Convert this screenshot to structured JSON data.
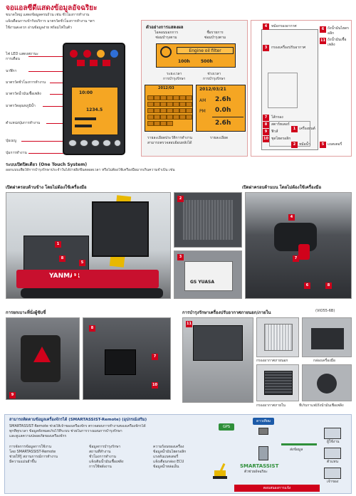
{
  "header": {
    "title": "จอแอลซีดีแสดงข้อมูลอัจฉริยะ",
    "intro": [
      "ขนาดใหญ่ แสดงข้อมูลครบถ้วน เช่น ชั่วโมงการทำงาน",
      "แจ้งเตือนการเข้ารับบริการ มาตรวัดชั่วโมงการทำงาน ฯลฯ",
      "ใช้งานสะดวก อ่านข้อมูลง่าย พร้อมไฟในตัว"
    ]
  },
  "panel_labels": {
    "led": [
      "ไฟ LED แสดงสถานะ",
      "การเตือน"
    ],
    "clock": "นาฬิกา",
    "hour_meter": "มาตรวัดชั่วโมงการทำงาน",
    "fuel_gauge": "มาตรวัดน้ำมันเชื้อเพลิง",
    "temp_gauge": "มาตรวัดอุณหภูมิน้ำ",
    "position": "ตำแหน่งปุ่มการทำงาน",
    "mode_button": "ปุ่มเมนู",
    "function_button": "ปุ่มการทำงาน"
  },
  "lcd": {
    "time": "10:00",
    "hours": "1234.5"
  },
  "display_example": {
    "title": "ตัวอย่างการแสดงผล",
    "col_left": [
      "ไอคอนบอกการ",
      "ซ่อมบำรุงตาม"
    ],
    "col_right": [
      "ชื่อรายการ",
      "ซ่อมบำรุงตาม"
    ],
    "message": "Engine oil filter",
    "interval_1": "100h",
    "interval_2": "500h",
    "sub_left": [
      "ระยะเวลา",
      "การบำรุงรักษา"
    ],
    "sub_right": [
      "ช่วงเวลา",
      "การบำรุงรักษา"
    ],
    "calendar_title": "2012/03",
    "log_date": "2012/03/21",
    "am_label": "AM",
    "am_value": "2.6h",
    "pm_label": "PM",
    "pm_value": "0.0h",
    "total_value": "2.6h",
    "caption_left": [
      "รายละเอียดประวัติการทำงาน",
      "สามารถตรวจสอบย้อนหลังได้"
    ],
    "caption_right": "รายละเอียด"
  },
  "layout_diagram": {
    "labels_top": [
      "หม้อกรองอากาศ",
      "ถังน้ำมันไฮดรอลิก",
      "ถังน้ำมันเชื้อเพลิง",
      "กรองเครื่องปรับอากาศ"
    ],
    "labels_bottom": [
      "ไส้กรอง",
      "สตาร์ทเตอร์",
      "ฟิวส์",
      "ชุดไฮดรอลิก",
      "เครื่องยนต์",
      "หม้อน้ำ",
      "แบตเตอรี่"
    ],
    "numbers": [
      "4",
      "6",
      "11",
      "3",
      "7",
      "8",
      "9",
      "10",
      "1",
      "2",
      "5"
    ]
  },
  "one_touch": {
    "heading": "ระบบเปิดปิดเดียว (One Touch System)",
    "desc": "ออกแบบเพื่อให้การบำรุงรักษาประจำวันได้ง่ายยิ่งขึ้นตลอดเวลา หรือไม่ต้องใช้เครื่องมือมากเกินความจำเป็น เช่น",
    "left_caption": "เปิดฝาครอบด้านข้าง โดยไม่ต้องใช้เครื่องมือ",
    "right_caption": "เปิดฝาครอบด้านบน โดยไม่ต้องใช้เครื่องมือ",
    "brand": "YANMAR",
    "battery_brand": "GS YUASA"
  },
  "seat_section": {
    "heading": "การยกเบาะที่นั่งผู้ขับขี่"
  },
  "ac_section": {
    "heading": "การบำรุงรักษาเครื่องปรับอากาศภายนอก/ภายใน",
    "model": "(ViO55-6B)",
    "captions": [
      "กรองอากาศภายนอก",
      "กล่องเครื่องมือ",
      "กรองอากาศภายใน",
      "ที่เก็บกาแฟ/ถังน้ำมันเชื้อเพลิง"
    ]
  },
  "smartassist": {
    "heading": "สามารถติดตามข้อมูลเครื่องจักรได้ (SMARTASSIST-Remote) (อุปกรณ์เสริม)",
    "desc": [
      "SMARTASSIST-Remote ช่วยให้เจ้าของเครื่องจักร ตรวจสอบการทำงานของเครื่องจักรได้",
      "ทุกที่ทุกเวลา ข้อมูลทั้งหมดเก็บไว้ที่ระบบ ช่วยในการวางแผนการบำรุงรักษา",
      "และดูแลความปลอดภัยของเครื่องจักร"
    ],
    "list_left": [
      "การจัดการข้อมูลการใช้งาน",
      "โดย SMARTASSIST-Remote",
      "ช่วยให้รู้ สถานการณ์การทำงาน",
      "มีความแม่นยำขึ้น"
    ],
    "list_mid": [
      "ข้อมูลการบำรุงรักษา",
      "สถานที่ทำงาน",
      "ชั่วโมงการทำงาน",
      "แจ้งเติมน้ำมันเชื้อเพลิง",
      "การใช้พลังงาน"
    ],
    "list_right": [
      "ความร้อนของเครื่อง",
      "ข้อมูลน้ำมันไฮดรอลิก",
      "แรงดันแบตเตอรี่",
      "แจ้งเตือนกล่อง ECU",
      "ข้อมูลน้ำหล่อเย็น"
    ],
    "gps": "GPS",
    "satellite": "ดาวเทียม",
    "logo": "SMARTASSIST",
    "logo_sub": "ตัวช่วยอัจฉริยะ",
    "pc_labels": [
      "ผู้ใช้งาน",
      "ตัวแทน",
      "เจ้าของ"
    ],
    "send_label": "ส่งข้อมูล",
    "bottom_bar": "ตอบสนองการแจ้ง"
  }
}
